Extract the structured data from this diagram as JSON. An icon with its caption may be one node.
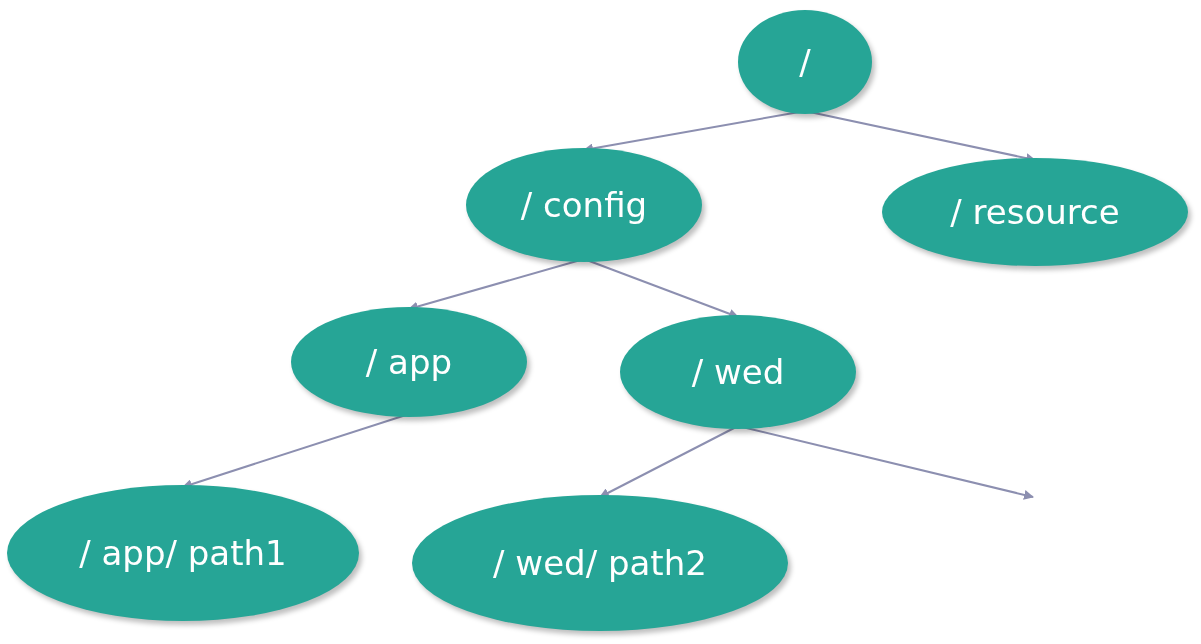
{
  "diagram": {
    "nodes": [
      {
        "text": [
          "/"
        ]
      },
      {
        "text": [
          "/ config"
        ]
      },
      {
        "text": [
          "/ resource"
        ]
      },
      {
        "text": [
          "/ app"
        ]
      },
      {
        "text": [
          "/ wed"
        ]
      },
      {
        "text": [
          "/ app/ path1"
        ]
      },
      {
        "text": [
          "/ wed/ path2"
        ]
      }
    ],
    "edges": [
      {
        "from": 0,
        "to": 1,
        "arrow": "to"
      },
      {
        "from": 0,
        "to": 2,
        "arrow": "to"
      },
      {
        "from": 1,
        "to": 3,
        "arrow": "to"
      },
      {
        "from": 1,
        "to": 4,
        "arrow": "to"
      },
      {
        "from": 3,
        "to": 5,
        "arrow": "to"
      },
      {
        "from": 4,
        "to": 6,
        "arrow": "to"
      },
      {
        "from": 4,
        "to": null,
        "arrow": "to"
      }
    ]
  }
}
